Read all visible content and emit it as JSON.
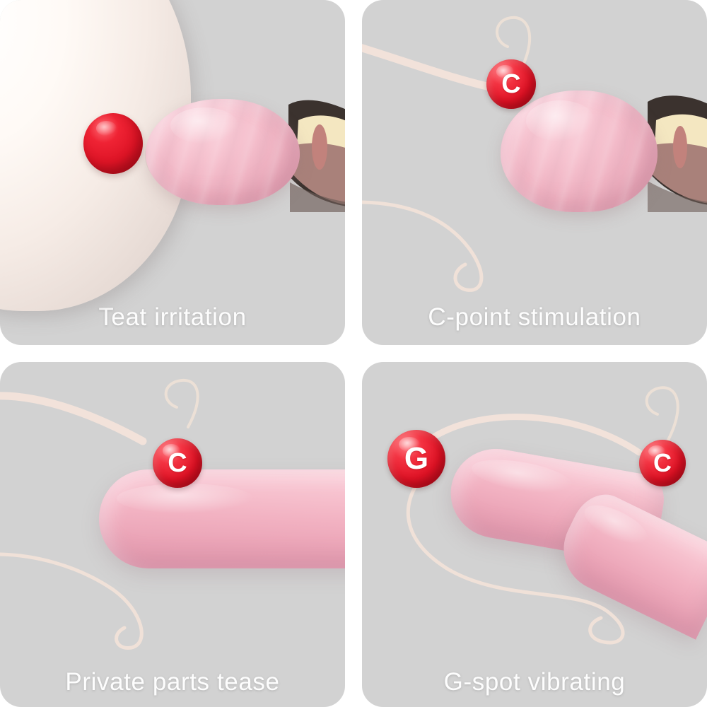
{
  "page": {
    "background_color": "#ffffff",
    "panel_background_color": "#d2d2d2",
    "caption_color": "#fdfdfd",
    "accent_red": "#de1426",
    "product_pink": "#f2b2c2",
    "cord_color": "#f2e2da",
    "layout": "2x2-grid"
  },
  "panels": [
    {
      "id": "teat-irritation",
      "caption": "Teat irritation",
      "badges": [],
      "elements": [
        "breast-shape",
        "red-sphere",
        "ribbed-bulb-head",
        "cropped-hand-edge"
      ]
    },
    {
      "id": "c-point-stimulation",
      "caption": "C-point stimulation",
      "badges": [
        {
          "letter": "C",
          "name": "c-point-badge"
        }
      ],
      "elements": [
        "cord-upper",
        "cord-lower",
        "ribbed-bulb-head",
        "cropped-hand-edge"
      ]
    },
    {
      "id": "private-parts-tease",
      "caption": "Private parts tease",
      "badges": [
        {
          "letter": "C",
          "name": "c-point-badge"
        }
      ],
      "elements": [
        "cord-upper",
        "cord-lower",
        "tapered-shaft"
      ]
    },
    {
      "id": "g-spot-vibrating",
      "caption": "G-spot vibrating",
      "badges": [
        {
          "letter": "G",
          "name": "g-spot-badge"
        },
        {
          "letter": "C",
          "name": "c-point-badge"
        }
      ],
      "elements": [
        "cord-arc",
        "cord-lower",
        "curved-shaft"
      ]
    }
  ]
}
